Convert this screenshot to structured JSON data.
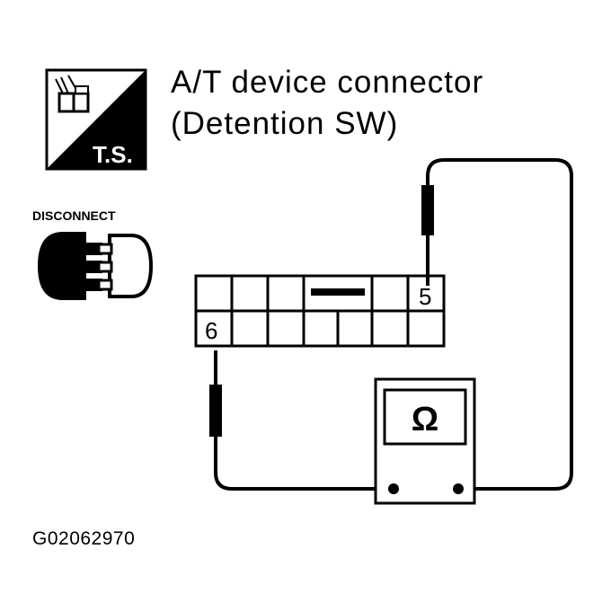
{
  "title": {
    "line1": "A/T device connector",
    "line2": "(Detention SW)"
  },
  "ts_icon": {
    "label": "T.S."
  },
  "disconnect": {
    "label": "DISCONNECT"
  },
  "connector": {
    "pin_5": "5",
    "pin_6": "6"
  },
  "meter": {
    "symbol": "Ω"
  },
  "figure_code": "G02062970",
  "colors": {
    "ink": "#000000",
    "background": "#ffffff"
  }
}
